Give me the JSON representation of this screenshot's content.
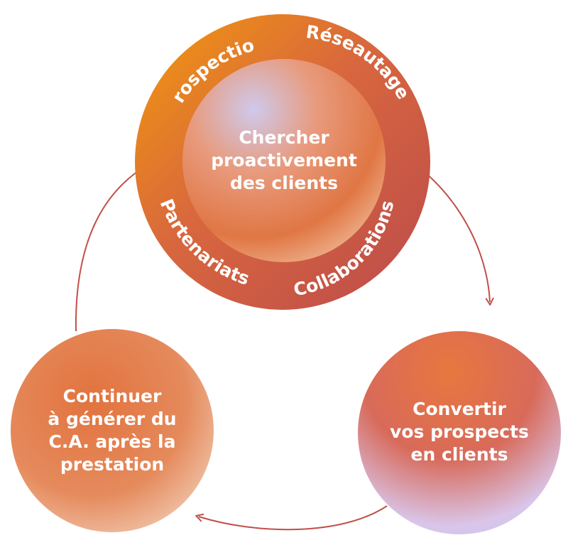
{
  "center": {
    "lines": [
      "Chercher",
      "proactivement",
      "des clients"
    ]
  },
  "ring": {
    "labels": {
      "prospection": "Prospection",
      "reseautage": "Réseautage",
      "partenariats": "Partenariats",
      "collaborations": "Collaborations"
    }
  },
  "convert": {
    "lines": [
      "Convertir",
      "vos prospects",
      "en clients"
    ]
  },
  "continue": {
    "lines": [
      "Continuer",
      "à générer du",
      "C.A. après la",
      "prestation"
    ]
  },
  "colors": {
    "arrow": "#c0504a",
    "ring_start": "#f0920a",
    "ring_end": "#c0504a"
  }
}
